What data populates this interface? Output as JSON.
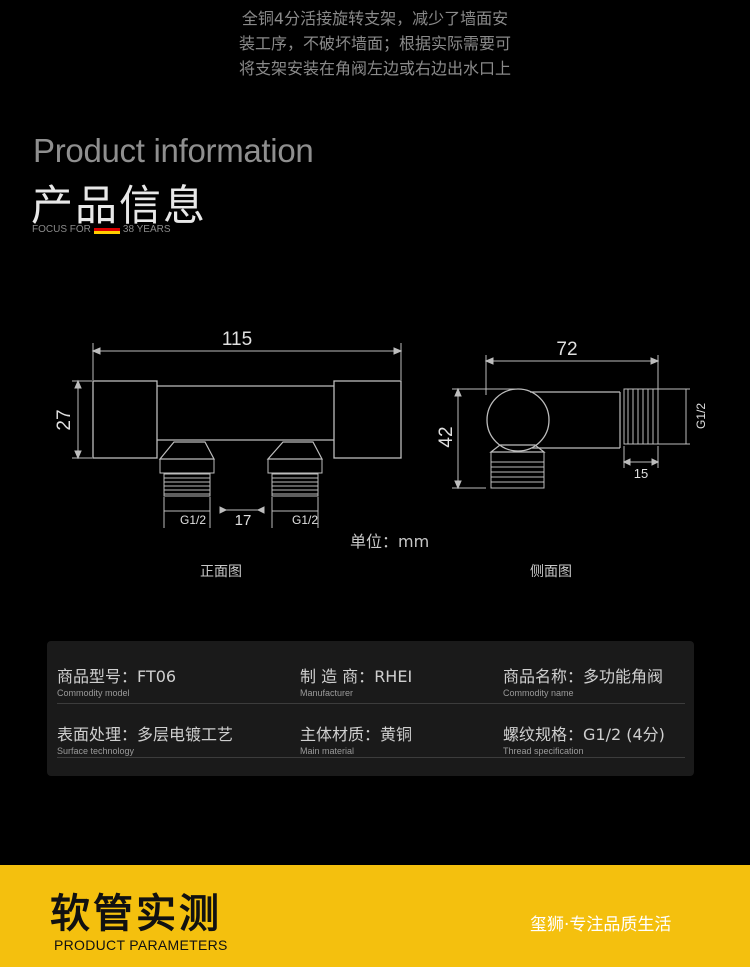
{
  "intro": {
    "lines": [
      "全铜4分活接旋转支架，减少了墙面安",
      "装工序，不破坏墙面；根据实际需要可",
      "将支架安装在角阀左边或右边出水口上"
    ]
  },
  "section": {
    "title_en": "Product information",
    "title_cn": "产品信息",
    "focus_left": "FOCUS FOR",
    "focus_right": "38 YEARS",
    "flag_colors": [
      "#000000",
      "#dd0000",
      "#ffce00"
    ]
  },
  "drawing": {
    "front": {
      "width_dim": "115",
      "height_dim": "27",
      "thread_left": "G1/2",
      "thread_right": "G1/2",
      "spacing_dim": "17",
      "caption": "正面图"
    },
    "side": {
      "width_dim": "72",
      "height_dim": "42",
      "thread": "G1/2",
      "thread_len_dim": "15",
      "caption": "侧面图"
    },
    "unit": "单位：mm"
  },
  "specs": [
    {
      "label": "商品型号：",
      "value": "FT06",
      "en": "Commodity model"
    },
    {
      "label": "制 造 商：",
      "value": "RHEI",
      "en": "Manufacturer"
    },
    {
      "label": "商品名称：",
      "value": "多功能角阀",
      "en": "Commodity name"
    },
    {
      "label": "表面处理：",
      "value": "多层电镀工艺",
      "en": "Surface technology"
    },
    {
      "label": "主体材质：",
      "value": "黄铜",
      "en": "Main material"
    },
    {
      "label": "螺纹规格：",
      "value": "G1/2 (4分)",
      "en": "Thread specification"
    }
  ],
  "banner": {
    "title": "软管实测",
    "subtitle": "PRODUCT PARAMETERS",
    "slogan": "玺狮·专注品质生活",
    "color": "#f4c00e"
  }
}
